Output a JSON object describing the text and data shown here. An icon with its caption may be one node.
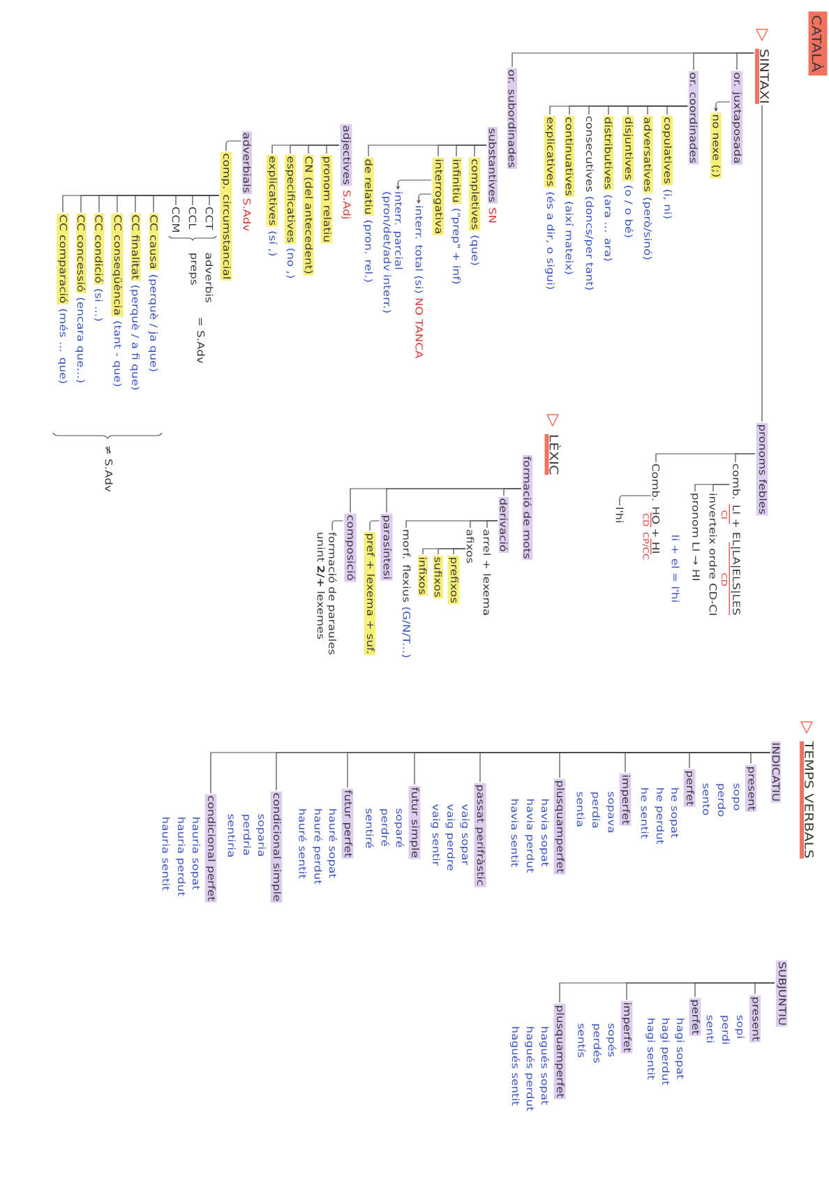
{
  "diagram": {
    "title": "CATALÀ",
    "nodes": [
      {
        "text": [
          "SINTAXI"
        ]
      },
      {
        "text": [
          "or. juxtaposada"
        ]
      },
      {
        "text": [
          "no nexe (;)"
        ]
      },
      {
        "text": [
          "or. coordinades"
        ]
      },
      {
        "text": [
          "copulatives",
          "(i, ni)"
        ]
      },
      {
        "text": [
          "adversatives",
          "(però/sinó)"
        ]
      },
      {
        "text": [
          "disjuntives",
          "(o / o bé)"
        ]
      },
      {
        "text": [
          "distributives",
          "(ara ... ara)"
        ]
      },
      {
        "text": [
          "consecutives",
          "(doncs/per tant)"
        ]
      },
      {
        "text": [
          "continuatives",
          "(així mateix)"
        ]
      },
      {
        "text": [
          "explicatives",
          "(és a dir, o sigui)"
        ]
      },
      {
        "text": [
          "or. subordinades"
        ]
      },
      {
        "text": [
          "substantives",
          "SN"
        ]
      },
      {
        "text": [
          "completives",
          "(que)"
        ]
      },
      {
        "text": [
          "infinitiu",
          "(\"prep\" + inf)"
        ]
      },
      {
        "text": [
          "interrogativa"
        ]
      },
      {
        "text": [
          "interr. total (si)",
          "NO TANCA"
        ]
      },
      {
        "text": [
          "interr. parcial (pron/det/adv interr.)"
        ]
      },
      {
        "text": [
          "de relatiu",
          "(pron. rel.)"
        ]
      },
      {
        "text": [
          "adjectives",
          "S.Adj"
        ]
      },
      {
        "text": [
          "pronom relatiu"
        ]
      },
      {
        "text": [
          "CN (del antecedent)"
        ]
      },
      {
        "text": [
          "especificatives",
          "(no ,)"
        ]
      },
      {
        "text": [
          "explicatives",
          "(sí ,)"
        ]
      },
      {
        "text": [
          "adverbials",
          "S.Adv"
        ]
      },
      {
        "text": [
          "comp. circumstancial"
        ]
      },
      {
        "text": [
          "CCT"
        ]
      },
      {
        "text": [
          "CCL"
        ]
      },
      {
        "text": [
          "CCM"
        ]
      },
      {
        "text": [
          "CC causa",
          "(perquè / ja que)"
        ]
      },
      {
        "text": [
          "CC finalitat",
          "(perquè / a fi que)"
        ]
      },
      {
        "text": [
          "CC conseqüència",
          "(tant - que)"
        ]
      },
      {
        "text": [
          "CC condició",
          "(si ...)"
        ]
      },
      {
        "text": [
          "CC concessió",
          "(encara que...)"
        ]
      },
      {
        "text": [
          "CC comparació",
          "(més ... que)"
        ]
      },
      {
        "text": [
          "pronoms febles"
        ]
      },
      {
        "text": [
          "comb. LI + EL|LA|ELS|LES"
        ],
        "beside": [
          "CI",
          "CD"
        ]
      },
      {
        "text": [
          "inverteix ordre CD-CI"
        ]
      },
      {
        "text": [
          "pronom LI → HI"
        ],
        "beside": [
          "li + el = l'hi"
        ]
      },
      {
        "text": [
          "Comb. HO + HI"
        ],
        "beside": [
          "CD",
          "CP/CC"
        ]
      },
      {
        "text": [
          "l'hi"
        ]
      },
      {
        "text": [
          "LÈXIC"
        ]
      },
      {
        "text": [
          "formació de mots"
        ]
      },
      {
        "text": [
          "derivació"
        ]
      },
      {
        "text": [
          "arrel + lexema"
        ]
      },
      {
        "text": [
          "afixos"
        ]
      },
      {
        "text": [
          "prefixos"
        ]
      },
      {
        "text": [
          "sufixos"
        ]
      },
      {
        "text": [
          "infixos"
        ]
      },
      {
        "text": [
          "morf. flexius",
          "(G/N/T...)"
        ]
      },
      {
        "text": [
          "parasíntesi"
        ]
      },
      {
        "text": [
          "pref + lexema + suf."
        ]
      },
      {
        "text": [
          "composició"
        ]
      },
      {
        "text": [
          "formació de paraules unint **2/+** lexemes"
        ]
      },
      {
        "text": [
          "TEMPS VERBALS"
        ]
      },
      {
        "text": [
          "INDICATIU"
        ]
      },
      {
        "text": [
          "present"
        ],
        "beside": [
          "sopo",
          "perdo",
          "sento"
        ]
      },
      {
        "text": [
          "perfet"
        ],
        "beside": [
          "he sopat",
          "he perdut",
          "he sentit"
        ]
      },
      {
        "text": [
          "imperfet"
        ],
        "beside": [
          "sopava",
          "perdia",
          "sentia"
        ]
      },
      {
        "text": [
          "plusquamperfet"
        ],
        "beside": [
          "havia sopat",
          "havia perdut",
          "havia sentit"
        ]
      },
      {
        "text": [
          "passat perifràstic"
        ],
        "beside": [
          "vaig sopar",
          "vaig perdre",
          "vaig sentir"
        ]
      },
      {
        "text": [
          "futur simple"
        ],
        "beside": [
          "soparé",
          "perdré",
          "sentiré"
        ]
      },
      {
        "text": [
          "futur perfet"
        ],
        "beside": [
          "hauré sopat",
          "hauré perdut",
          "hauré sentit"
        ]
      },
      {
        "text": [
          "condicional simple"
        ],
        "beside": [
          "soparia",
          "perdria",
          "sentiria"
        ]
      },
      {
        "text": [
          "condicional perfet"
        ],
        "beside": [
          "hauria sopat",
          "hauria perdut",
          "hauria sentit"
        ]
      },
      {
        "text": [
          "SUBJUNTIU"
        ]
      },
      {
        "text": [
          "present"
        ],
        "beside": [
          "sopi",
          "perdi",
          "senti"
        ]
      },
      {
        "text": [
          "perfet"
        ],
        "beside": [
          "hagi sopat",
          "hagi perdut",
          "hagi sentit"
        ]
      },
      {
        "text": [
          "imperfet"
        ],
        "beside": [
          "sopés",
          "perdés",
          "sentís"
        ]
      },
      {
        "text": [
          "plusquamperfet"
        ],
        "beside": [
          "hagués sopat",
          "hagués perdut",
          "hagués sentit"
        ]
      }
    ],
    "edges": [
      {
        "from": 0,
        "to": 1,
        "arrow": "none"
      },
      {
        "from": 0,
        "to": 3,
        "arrow": "none"
      },
      {
        "from": 0,
        "to": 11,
        "arrow": "none"
      },
      {
        "from": 0,
        "to": 35,
        "arrow": "none"
      },
      {
        "from": 1,
        "to": 2,
        "arrow": "to"
      },
      {
        "from": 3,
        "to": 4,
        "arrow": "none"
      },
      {
        "from": 3,
        "to": 5,
        "arrow": "none"
      },
      {
        "from": 3,
        "to": 6,
        "arrow": "none"
      },
      {
        "from": 3,
        "to": 7,
        "arrow": "none"
      },
      {
        "from": 3,
        "to": 8,
        "arrow": "none"
      },
      {
        "from": 3,
        "to": 9,
        "arrow": "none"
      },
      {
        "from": 3,
        "to": 10,
        "arrow": "none"
      },
      {
        "from": 12,
        "to": 13,
        "arrow": "none"
      },
      {
        "from": 12,
        "to": 14,
        "arrow": "none"
      },
      {
        "from": 12,
        "to": 15,
        "arrow": "none"
      },
      {
        "from": 12,
        "to": 18,
        "arrow": "none"
      },
      {
        "from": 15,
        "to": 16,
        "arrow": "to"
      },
      {
        "from": 15,
        "to": 17,
        "arrow": "to"
      },
      {
        "from": 19,
        "to": 20,
        "arrow": "none"
      },
      {
        "from": 19,
        "to": 21,
        "arrow": "none"
      },
      {
        "from": 19,
        "to": 22,
        "arrow": "none"
      },
      {
        "from": 19,
        "to": 23,
        "arrow": "none"
      },
      {
        "from": 24,
        "to": 25,
        "arrow": "none"
      },
      {
        "from": 25,
        "to": 26,
        "arrow": "none"
      },
      {
        "from": 25,
        "to": 27,
        "arrow": "none"
      },
      {
        "from": 25,
        "to": 28,
        "arrow": "none"
      },
      {
        "from": 25,
        "to": 29,
        "arrow": "none"
      },
      {
        "from": 25,
        "to": 30,
        "arrow": "none"
      },
      {
        "from": 25,
        "to": 31,
        "arrow": "none"
      },
      {
        "from": 25,
        "to": 32,
        "arrow": "none"
      },
      {
        "from": 25,
        "to": 33,
        "arrow": "none"
      },
      {
        "from": 25,
        "to": 34,
        "arrow": "none"
      },
      {
        "from": 35,
        "to": 36,
        "arrow": "none"
      },
      {
        "from": 35,
        "to": 39,
        "arrow": "none"
      },
      {
        "from": 36,
        "to": 37,
        "arrow": "none"
      },
      {
        "from": 36,
        "to": 38,
        "arrow": "none"
      },
      {
        "from": 39,
        "to": 40,
        "arrow": "none"
      },
      {
        "from": 42,
        "to": 43,
        "arrow": "none"
      },
      {
        "from": 42,
        "to": 50,
        "arrow": "none"
      },
      {
        "from": 42,
        "to": 52,
        "arrow": "none"
      },
      {
        "from": 43,
        "to": 44,
        "arrow": "none"
      },
      {
        "from": 43,
        "to": 45,
        "arrow": "none"
      },
      {
        "from": 43,
        "to": 49,
        "arrow": "none"
      },
      {
        "from": 45,
        "to": 46,
        "arrow": "none"
      },
      {
        "from": 45,
        "to": 47,
        "arrow": "none"
      },
      {
        "from": 45,
        "to": 48,
        "arrow": "none"
      },
      {
        "from": 50,
        "to": 51,
        "arrow": "none"
      },
      {
        "from": 52,
        "to": 53,
        "arrow": "none"
      },
      {
        "from": 55,
        "to": 56,
        "arrow": "none"
      },
      {
        "from": 55,
        "to": 57,
        "arrow": "none"
      },
      {
        "from": 55,
        "to": 58,
        "arrow": "none"
      },
      {
        "from": 55,
        "to": 59,
        "arrow": "none"
      },
      {
        "from": 55,
        "to": 60,
        "arrow": "none"
      },
      {
        "from": 55,
        "to": 61,
        "arrow": "none"
      },
      {
        "from": 55,
        "to": 62,
        "arrow": "none"
      },
      {
        "from": 55,
        "to": 63,
        "arrow": "none"
      },
      {
        "from": 55,
        "to": 64,
        "arrow": "none"
      },
      {
        "from": 65,
        "to": 66,
        "arrow": "none"
      },
      {
        "from": 65,
        "to": 67,
        "arrow": "none"
      },
      {
        "from": 65,
        "to": 68,
        "arrow": "none"
      },
      {
        "from": 65,
        "to": 69,
        "arrow": "none"
      }
    ],
    "labels": [
      "adverbis",
      "preps",
      "= S.Adv",
      "≠ S.Adv"
    ]
  }
}
